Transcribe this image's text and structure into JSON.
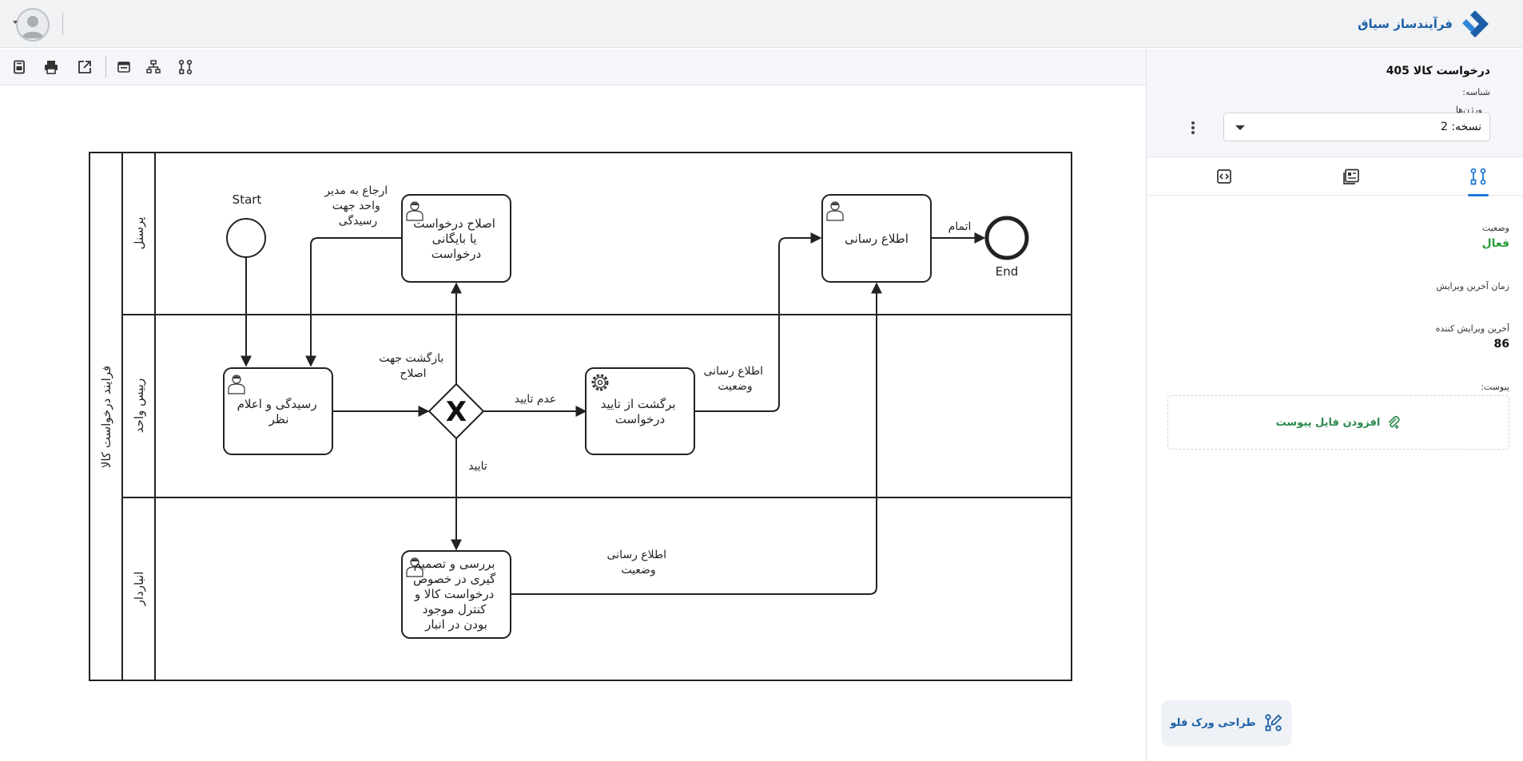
{
  "brand": {
    "name": "فرآیندساز سیاق"
  },
  "toolbar": {
    "buttons": [
      {
        "name": "export-image",
        "icon": "export-icon"
      },
      {
        "name": "print",
        "icon": "print-icon"
      },
      {
        "name": "open-external",
        "icon": "external-link-icon"
      },
      {
        "name": "layout",
        "icon": "layout-icon"
      },
      {
        "name": "fit-view",
        "icon": "fit-view-icon"
      },
      {
        "name": "process-map",
        "icon": "process-map-icon"
      }
    ]
  },
  "diagram": {
    "pool_title": "فرایند درخواست کالا",
    "lanes": [
      "پرسنل",
      "رییس واحد",
      "انباردار"
    ],
    "start_label": "Start",
    "end_label": "End",
    "tasks": {
      "fix_request": [
        "اصلاح درخواست",
        "یا بایگانی",
        "درخواست"
      ],
      "notify": [
        "اطلاع رسانی"
      ],
      "review": [
        "رسیدگی و اعلام",
        "نظر"
      ],
      "return": [
        "برگشت از تایید",
        "درخواست"
      ],
      "warehouse": [
        "بررسی و تصمیم",
        "گیری در خصوص",
        "درخواست کالا و",
        "کنترل موجود",
        "بودن در انبار"
      ]
    },
    "gateway_symbol": "X",
    "flows": {
      "refer_manager": [
        "ارجاع به مدیر",
        "واحد جهت",
        "رسیدگی"
      ],
      "finish": "اتمام",
      "back_fix": [
        "بازگشت جهت",
        "اصلاح"
      ],
      "reject": "عدم تایید",
      "approve": "تایید",
      "notify_status_1": [
        "اطلاع رسانی",
        "وضعیت"
      ],
      "notify_status_2": [
        "اطلاع رسانی",
        "وضعیت"
      ]
    }
  },
  "sidebar": {
    "title": "درخواست کالا 405",
    "id_label": "شناسه:",
    "versions_label": "ورژن‌ها",
    "version_value": "نسخه: 2",
    "tabs": [
      {
        "name": "flow",
        "icon": "flow-icon",
        "active": true
      },
      {
        "name": "details",
        "icon": "details-icon",
        "active": false
      },
      {
        "name": "code",
        "icon": "code-icon",
        "active": false
      }
    ],
    "status_label": "وضعیت",
    "status_value": "فعال",
    "last_edit_time_label": "زمان آخرین ویرایش",
    "last_editor_label": "آخرین ویرایش کننده",
    "last_editor_value": "86",
    "attachment_label": "پیوست:",
    "attachment_button": "افزودن فایل پیوست",
    "designer_button": "طراحی ورک فلو",
    "colors": {
      "accent": "#1e78d6",
      "active_status": "#2e9e3e",
      "attach": "#2a8a4c"
    }
  }
}
